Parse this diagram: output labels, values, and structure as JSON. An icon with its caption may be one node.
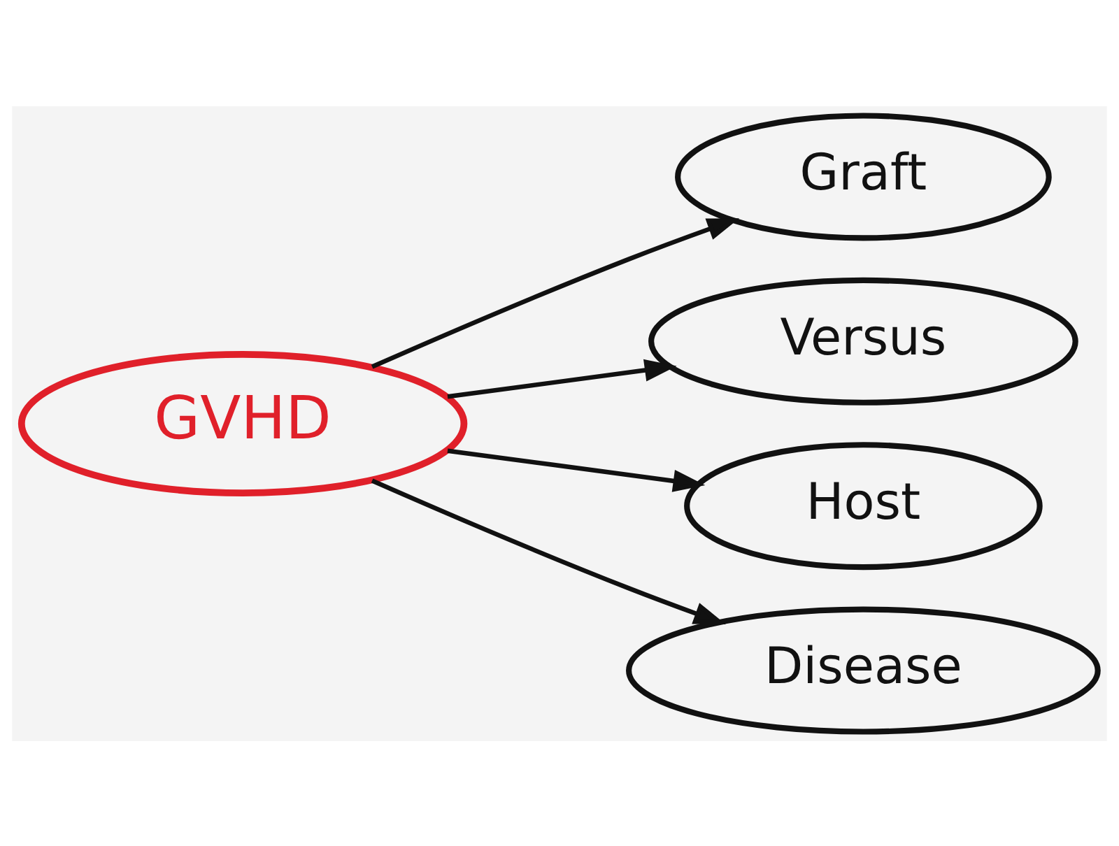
{
  "diagram": {
    "nodes": [
      {
        "text": [
          "GVHD"
        ]
      },
      {
        "text": [
          "Graft"
        ]
      },
      {
        "text": [
          "Versus"
        ]
      },
      {
        "text": [
          "Host"
        ]
      },
      {
        "text": [
          "Disease"
        ]
      }
    ],
    "edges": [
      {
        "from": 0,
        "to": 1,
        "arrow": "to"
      },
      {
        "from": 0,
        "to": 2,
        "arrow": "to"
      },
      {
        "from": 0,
        "to": 3,
        "arrow": "to"
      },
      {
        "from": 0,
        "to": 4,
        "arrow": "to"
      }
    ]
  }
}
